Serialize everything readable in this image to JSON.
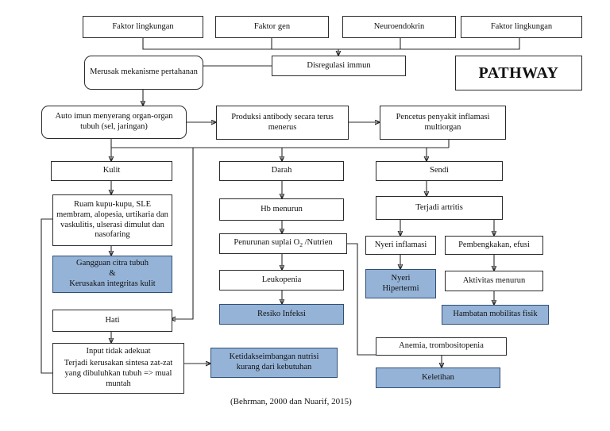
{
  "diagram": {
    "title": "PATHWAY",
    "caption": "(Behrman, 2000 dan Nuarif, 2015)",
    "accent_blue": "#95b3d7",
    "line_color": "#2b2b2b",
    "nodes": {
      "faktor_lingkungan_1": "Faktor lingkungan",
      "faktor_gen": "Faktor gen",
      "neuroendokrin": "Neuroendokrin",
      "faktor_lingkungan_2": "Faktor lingkungan",
      "pathway": "PATHWAY",
      "merusak_mekanisme": "Merusak mekanisme pertahanan",
      "disregulasi_immun": "Disregulasi immun",
      "auto_imun": "Auto imun menyerang organ-organ tubuh (sel, jaringan)",
      "produksi_antibody": "Produksi antibody secara terus menerus",
      "pencetus_penyakit": "Pencetus penyakit inflamasi multiorgan",
      "kulit": "Kulit",
      "darah": "Darah",
      "sendi": "Sendi",
      "ruam_kupu": "Ruam kupu-kupu, SLE membram, alopesia, urtikaria dan vaskulitis, ulserasi dimulut dan nasofaring",
      "hb_menurun": "Hb menurun",
      "terjadi_artritis": "Terjadi artritis",
      "gangguan_citra_l1": "Gangguan citra tubuh",
      "gangguan_citra_l2": "&",
      "gangguan_citra_l3": "Kerusakan integritas kulit",
      "penurunan_suplai_pre": "Penurunan suplai O",
      "penurunan_suplai_sub": "2",
      "penurunan_suplai_post": " /Nutrien",
      "nyeri_inflamasi": "Nyeri inflamasi",
      "pembengkakan_efusi": "Pembengkakan, efusi",
      "leukopenia": "Leukopenia",
      "nyeri_hipertermi_l1": "Nyeri",
      "nyeri_hipertermi_l2": "Hipertermi",
      "aktivitas_menurun": "Aktivitas menurun",
      "resiko_infeksi": "Resiko Infeksi",
      "hambatan_mobilitas": "Hambatan mobilitas fisik",
      "hati": "Hati",
      "anemia_trombositopenia": "Anemia, trombositopenia",
      "input_tidak_adekuat_l1": "Input tidak adekuat",
      "input_tidak_adekuat_l2": "Terjadi kerusakan sintesa zat-zat yang dibuluhkan tubuh => mual muntah",
      "ketidakseimbangan_l1": "Ketidakseimbangan nutrisi",
      "ketidakseimbangan_l2": "kurang dari kebutuhan",
      "keletihan": "Keletihan"
    }
  }
}
